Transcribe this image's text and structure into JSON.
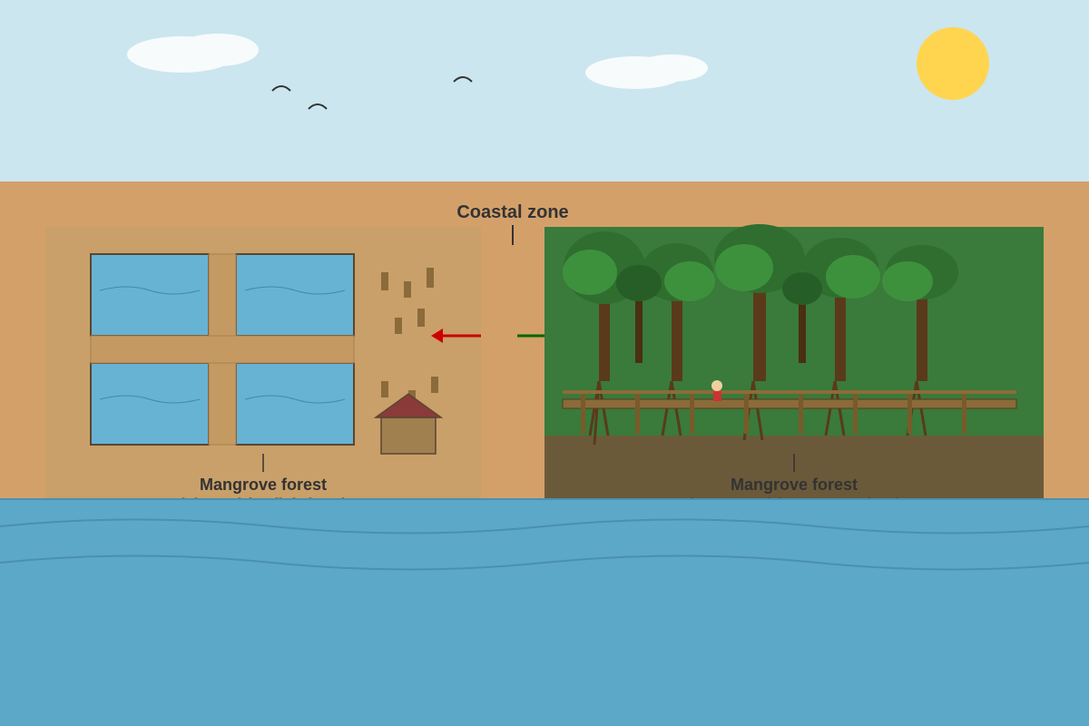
{
  "labels": {
    "top": "Coastal zone",
    "left_line1": "Mangrove forest",
    "left_line2": "(cleared for fish farm)",
    "right_line1": "Mangrove forest",
    "right_line2": "(preserved for eco-tourism)"
  },
  "colors": {
    "sky": "#cbe6ef",
    "sun": "#ffd54f",
    "sand": "#d4a06a",
    "cleared_land": "#c9a06a",
    "pond_water": "#67b3d4",
    "forest": "#3a7a3a",
    "mud": "#6b5a3a",
    "sea": "#5ca8c8",
    "loss_arrow": "#cc0000",
    "gain_arrow": "#006600"
  },
  "icons": [
    "sun-icon",
    "cloud-icon",
    "bird-icon",
    "hut-icon",
    "tree-icon",
    "person-icon",
    "boardwalk-icon",
    "stump-icon",
    "left-arrow-icon",
    "right-arrow-icon"
  ]
}
